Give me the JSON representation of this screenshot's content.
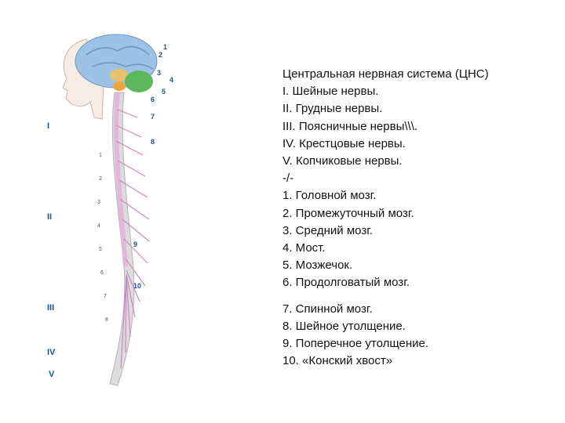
{
  "legend": {
    "title": "Центральная нервная система (ЦНС)",
    "nerves": [
      "I. Шейные нервы.",
      "II. Грудные нервы.",
      "III. Поясничные нервы\\\\\\.",
      "IV. Крестцовые нервы.",
      "V. Копчиковые нервы."
    ],
    "separator": "-/-",
    "structures_a": [
      "1. Головной мозг.",
      "2. Промежуточный мозг.",
      "3. Средний мозг.",
      "4. Мост.",
      "5. Мозжечок.",
      "6. Продолговатый мозг."
    ],
    "structures_b": [
      "7. Спинной мозг.",
      "8. Шейное утолщение.",
      "9. Поперечное утолщение.",
      "10. «Конский хвост»"
    ]
  },
  "figure": {
    "regions": [
      "I",
      "II",
      "III",
      "IV",
      "V"
    ],
    "callouts": [
      "1",
      "2",
      "3",
      "4",
      "5",
      "6",
      "7",
      "8",
      "9",
      "10"
    ],
    "colors": {
      "brain": "#9cc3e6",
      "cerebellum": "#5cb85c",
      "cord": "#e4b7d8",
      "nerves": "#c98bbf",
      "vertebrae": "#dcdcdc",
      "labels": "#1f4f8c"
    }
  }
}
